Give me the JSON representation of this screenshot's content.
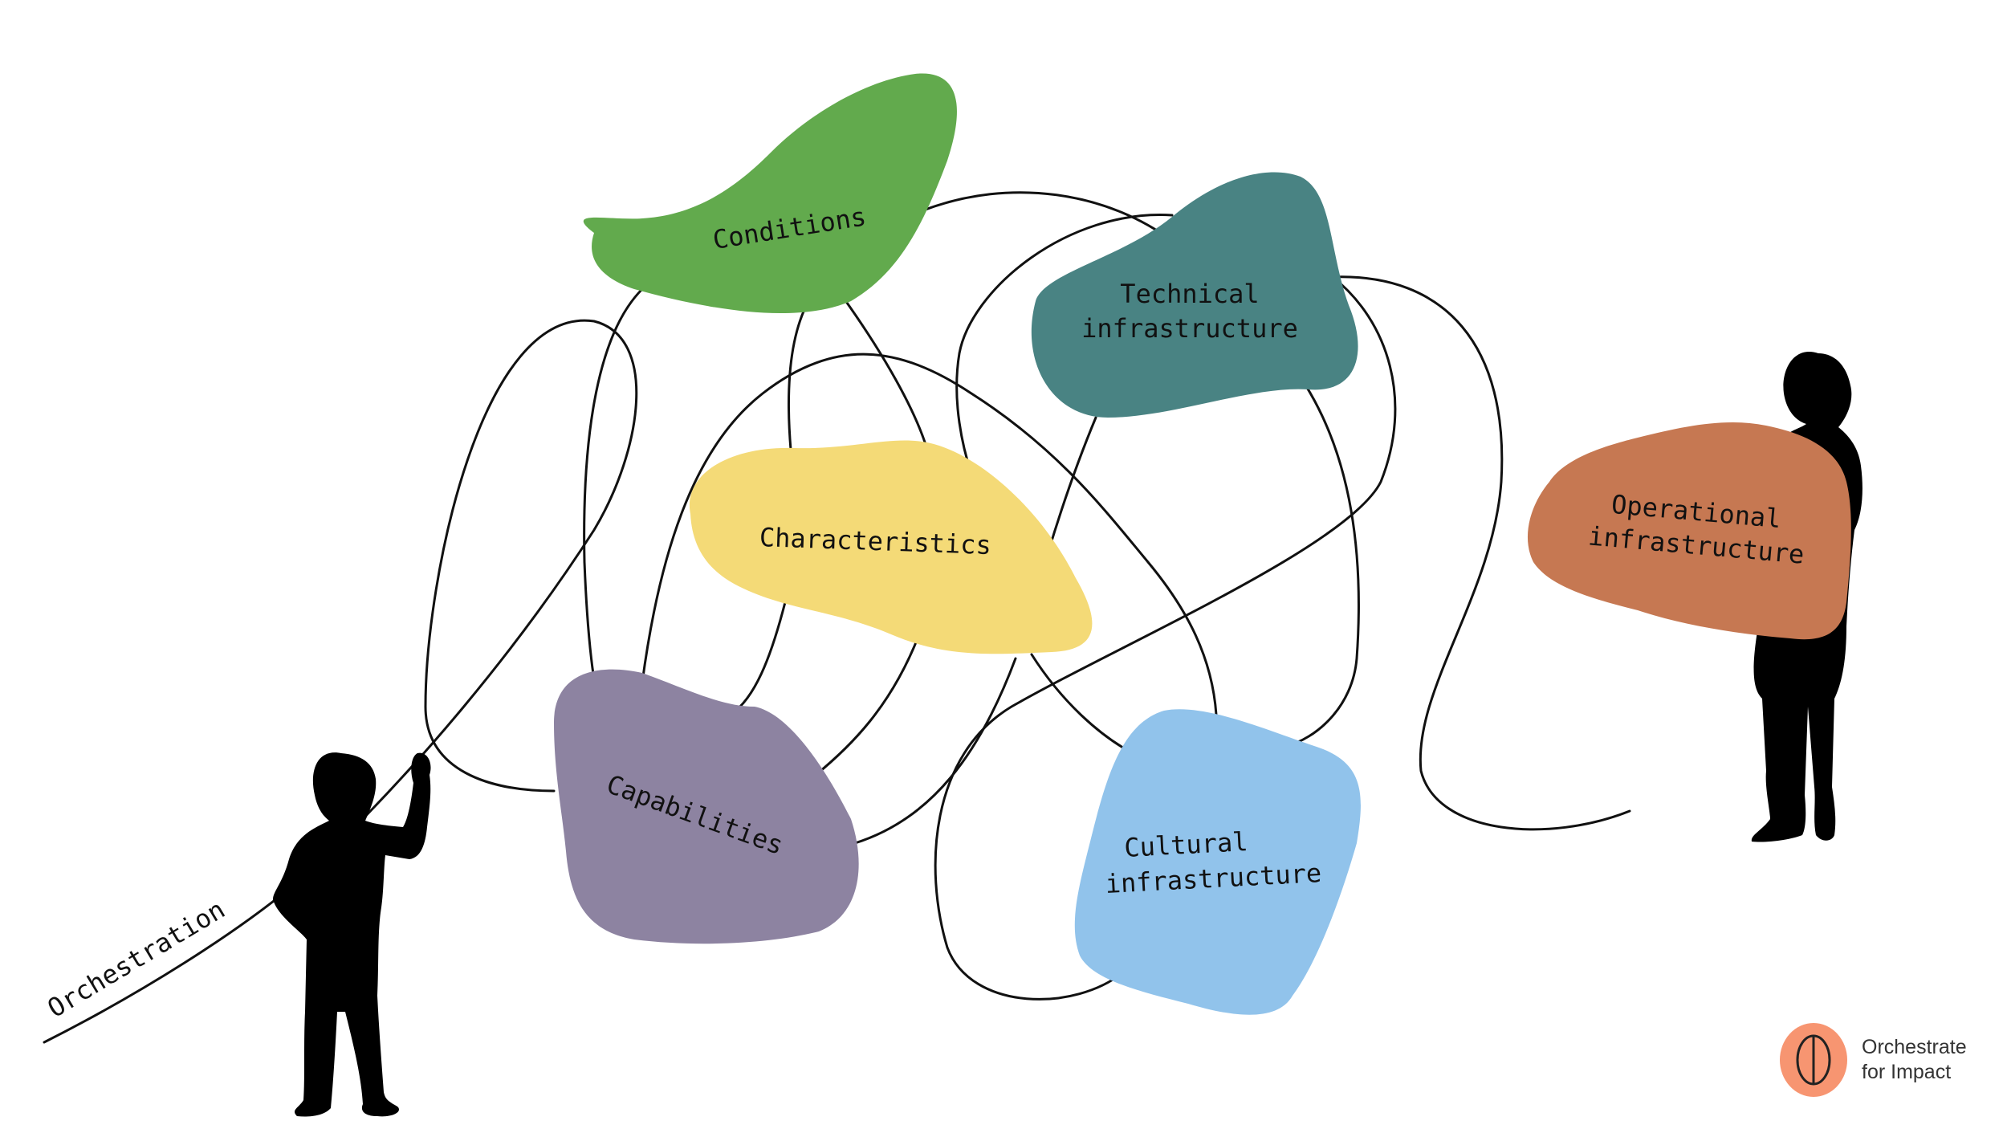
{
  "nodes": {
    "conditions": {
      "label": "Conditions",
      "color": "#62aa4d"
    },
    "technical": {
      "line1": "Technical",
      "line2": "infrastructure",
      "color": "#498383"
    },
    "characteristics": {
      "label": "Characteristics",
      "color": "#f4da77"
    },
    "capabilities": {
      "label": "Capabilities",
      "color": "#8d83a1"
    },
    "cultural": {
      "line1": "Cultural",
      "line2": "infrastructure",
      "color": "#91c3eb"
    },
    "operational": {
      "line1": "Operational",
      "line2": "infrastructure",
      "color": "#c67852"
    }
  },
  "orchestration_label": "Orchestration",
  "figures": [
    "person-pulling-string",
    "person-carrying-block"
  ],
  "brand": {
    "line1": "Orchestrate",
    "line2": "for Impact",
    "logo_color": "#f79571",
    "icon": "brain-oval-logo-icon"
  }
}
